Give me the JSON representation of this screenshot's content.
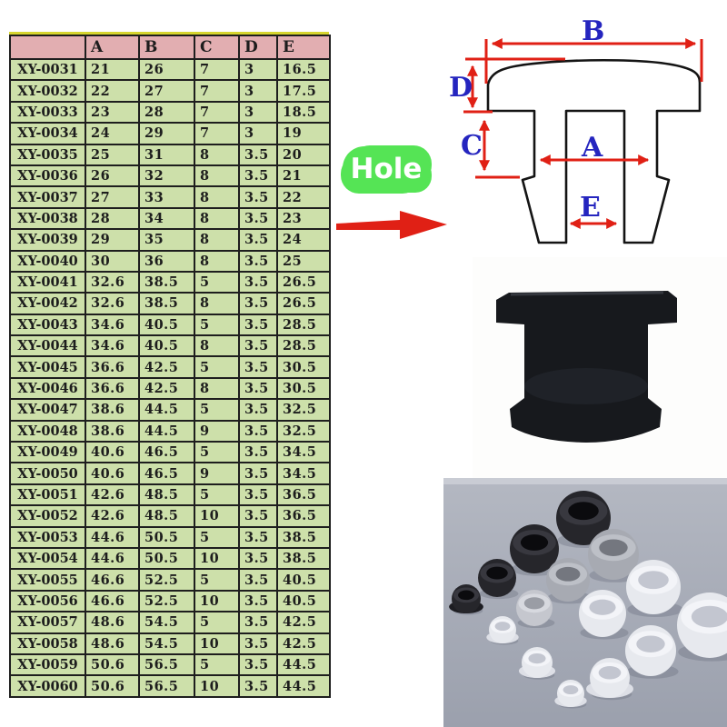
{
  "table": {
    "headers": [
      "",
      "A",
      "B",
      "C",
      "D",
      "E"
    ],
    "rows": [
      {
        "model": "XY-0031",
        "values": [
          "21",
          "26",
          "7",
          "3",
          "16.5"
        ]
      },
      {
        "model": "XY-0032",
        "values": [
          "22",
          "27",
          "7",
          "3",
          "17.5"
        ]
      },
      {
        "model": "XY-0033",
        "values": [
          "23",
          "28",
          "7",
          "3",
          "18.5"
        ]
      },
      {
        "model": "XY-0034",
        "values": [
          "24",
          "29",
          "7",
          "3",
          "19"
        ]
      },
      {
        "model": "XY-0035",
        "values": [
          "25",
          "31",
          "8",
          "3.5",
          "20"
        ]
      },
      {
        "model": "XY-0036",
        "values": [
          "26",
          "32",
          "8",
          "3.5",
          "21"
        ]
      },
      {
        "model": "XY-0037",
        "values": [
          "27",
          "33",
          "8",
          "3.5",
          "22"
        ]
      },
      {
        "model": "XY-0038",
        "values": [
          "28",
          "34",
          "8",
          "3.5",
          "23"
        ]
      },
      {
        "model": "XY-0039",
        "values": [
          "29",
          "35",
          "8",
          "3.5",
          "24"
        ]
      },
      {
        "model": "XY-0040",
        "values": [
          "30",
          "36",
          "8",
          "3.5",
          "25"
        ]
      },
      {
        "model": "XY-0041",
        "values": [
          "32.6",
          "38.5",
          "5",
          "3.5",
          "26.5"
        ]
      },
      {
        "model": "XY-0042",
        "values": [
          "32.6",
          "38.5",
          "8",
          "3.5",
          "26.5"
        ]
      },
      {
        "model": "XY-0043",
        "values": [
          "34.6",
          "40.5",
          "5",
          "3.5",
          "28.5"
        ]
      },
      {
        "model": "XY-0044",
        "values": [
          "34.6",
          "40.5",
          "8",
          "3.5",
          "28.5"
        ]
      },
      {
        "model": "XY-0045",
        "values": [
          "36.6",
          "42.5",
          "5",
          "3.5",
          "30.5"
        ]
      },
      {
        "model": "XY-0046",
        "values": [
          "36.6",
          "42.5",
          "8",
          "3.5",
          "30.5"
        ]
      },
      {
        "model": "XY-0047",
        "values": [
          "38.6",
          "44.5",
          "5",
          "3.5",
          "32.5"
        ]
      },
      {
        "model": "XY-0048",
        "values": [
          "38.6",
          "44.5",
          "9",
          "3.5",
          "32.5"
        ]
      },
      {
        "model": "XY-0049",
        "values": [
          "40.6",
          "46.5",
          "5",
          "3.5",
          "34.5"
        ]
      },
      {
        "model": "XY-0050",
        "values": [
          "40.6",
          "46.5",
          "9",
          "3.5",
          "34.5"
        ]
      },
      {
        "model": "XY-0051",
        "values": [
          "42.6",
          "48.5",
          "5",
          "3.5",
          "36.5"
        ]
      },
      {
        "model": "XY-0052",
        "values": [
          "42.6",
          "48.5",
          "10",
          "3.5",
          "36.5"
        ]
      },
      {
        "model": "XY-0053",
        "values": [
          "44.6",
          "50.5",
          "5",
          "3.5",
          "38.5"
        ]
      },
      {
        "model": "XY-0054",
        "values": [
          "44.6",
          "50.5",
          "10",
          "3.5",
          "38.5"
        ]
      },
      {
        "model": "XY-0055",
        "values": [
          "46.6",
          "52.5",
          "5",
          "3.5",
          "40.5"
        ]
      },
      {
        "model": "XY-0056",
        "values": [
          "46.6",
          "52.5",
          "10",
          "3.5",
          "40.5"
        ]
      },
      {
        "model": "XY-0057",
        "values": [
          "48.6",
          "54.5",
          "5",
          "3.5",
          "42.5"
        ]
      },
      {
        "model": "XY-0058",
        "values": [
          "48.6",
          "54.5",
          "10",
          "3.5",
          "42.5"
        ]
      },
      {
        "model": "XY-0059",
        "values": [
          "50.6",
          "56.5",
          "5",
          "3.5",
          "44.5"
        ]
      },
      {
        "model": "XY-0060",
        "values": [
          "50.6",
          "56.5",
          "10",
          "3.5",
          "44.5"
        ]
      }
    ]
  },
  "annotation": {
    "hole_label": "Hole"
  },
  "diagram": {
    "labels": {
      "b": "B",
      "d": "D",
      "c": "C",
      "a": "A",
      "e": "E"
    }
  },
  "colors": {
    "header_bg": "#e2aeb1",
    "row_bg": "#cde0aa",
    "table_border": "#1e1e1e",
    "top_line": "#d6d52f",
    "dim_red": "#e02015",
    "label_blue": "#2525bf",
    "hole_green": "#55e455",
    "photo_bg": "#aab0bd"
  }
}
